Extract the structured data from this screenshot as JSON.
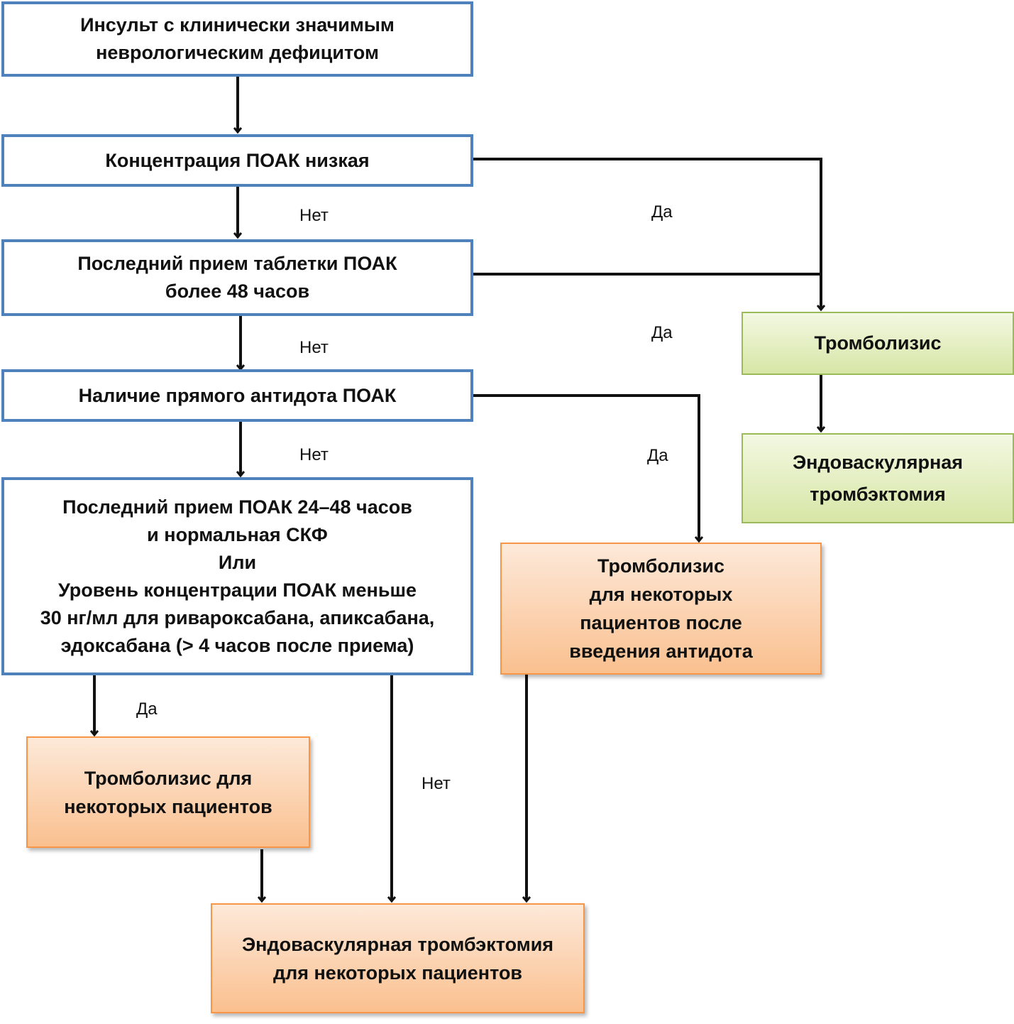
{
  "nodes": {
    "stroke": [
      "Инсульт с клинически значимым",
      "неврологическим дефицитом"
    ],
    "low_conc": [
      "Концентрация ПОАК низкая"
    ],
    "last_48": [
      "Последний прием таблетки ПОАК",
      "более 48 часов"
    ],
    "antidote": [
      "Наличие прямого антидота ПОАК"
    ],
    "criteria": [
      "Последний прием ПОАК 24–48 часов",
      "и нормальная СКФ",
      "Или",
      "Уровень концентрации ПОАК меньше",
      "30 нг/мл для ривароксабана, апиксабана,",
      "эдоксабана (> 4 часов после приема)"
    ],
    "thrombolysis": [
      "Тромболизис"
    ],
    "evt": [
      "Эндоваскулярная",
      "тромбэктомия"
    ],
    "thrombolysis_antidote": [
      "Тромболизис",
      "для некоторых",
      "пациентов после",
      "введения антидота"
    ],
    "thrombolysis_some": [
      "Тромболизис для",
      "некоторых пациентов"
    ],
    "evt_some": [
      "Эндоваскулярная тромбэктомия",
      "для некоторых пациентов"
    ]
  },
  "labels": {
    "no_1": "Нет",
    "yes_1": "Да",
    "yes_2": "Да",
    "no_2": "Нет",
    "no_3": "Нет",
    "yes_3": "Да",
    "yes_4": "Да",
    "no_4": "Нет"
  },
  "colors": {
    "decision_border": "#4f81bd",
    "green_fill": "#d7e6a6",
    "green_border": "#9bbb59",
    "orange_fill": "#fac08f",
    "orange_border": "#f79646",
    "connector": "#111111"
  }
}
